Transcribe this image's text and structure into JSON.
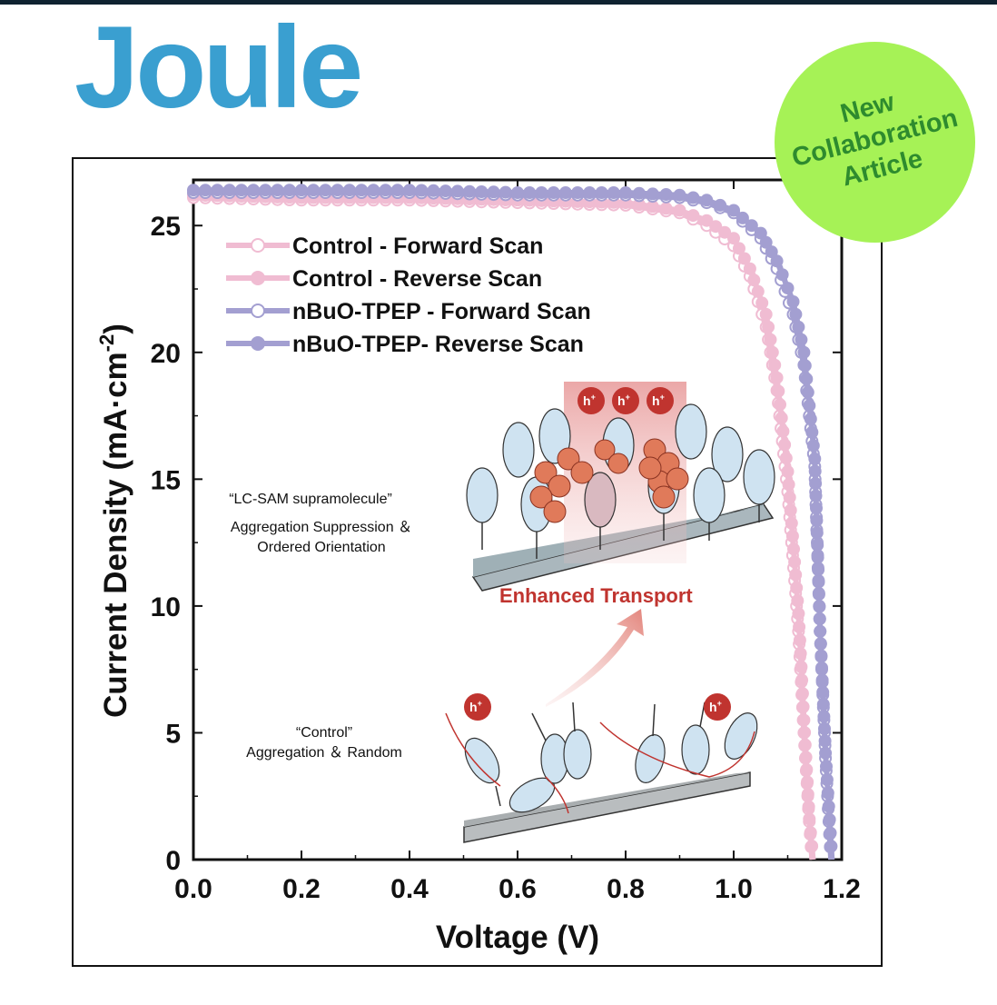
{
  "journal": "Joule",
  "badge": {
    "line1": "New",
    "line2": "Collaboration",
    "line3": "Article"
  },
  "colors": {
    "control": "#f0bcd2",
    "nbuo": "#a39fd1",
    "logo": "#3a9fd0",
    "badge": "#a6f256",
    "badge_text": "#2e8b2e",
    "enhanced": "#c0342f"
  },
  "chart_data": {
    "type": "line",
    "xlabel": "Voltage (V)",
    "ylabel": "Current Density (mA·cm",
    "ylabel_sup": "-2",
    "ylabel_close": ")",
    "xlim": [
      0.0,
      1.2
    ],
    "ylim": [
      0,
      26.8
    ],
    "xticks": [
      "0.0",
      "0.2",
      "0.4",
      "0.6",
      "0.8",
      "1.0",
      "1.2"
    ],
    "yticks": [
      "0",
      "5",
      "10",
      "15",
      "20",
      "25"
    ],
    "legend_position": "top-left",
    "series": [
      {
        "name": "Control - Forward Scan",
        "marker": "open",
        "color": "#f0bcd2",
        "points": [
          [
            0.0,
            26.1
          ],
          [
            0.2,
            26.0
          ],
          [
            0.4,
            26.0
          ],
          [
            0.6,
            25.9
          ],
          [
            0.8,
            25.8
          ],
          [
            0.9,
            25.5
          ],
          [
            0.95,
            25.0
          ],
          [
            1.0,
            24.2
          ],
          [
            1.03,
            23.0
          ],
          [
            1.06,
            21.0
          ],
          [
            1.08,
            18.5
          ],
          [
            1.1,
            14.5
          ],
          [
            1.12,
            9.0
          ],
          [
            1.13,
            5.0
          ],
          [
            1.14,
            1.5
          ],
          [
            1.145,
            0.0
          ]
        ]
      },
      {
        "name": "Control - Reverse Scan",
        "marker": "filled",
        "color": "#f0bcd2",
        "points": [
          [
            0.0,
            26.2
          ],
          [
            0.2,
            26.1
          ],
          [
            0.4,
            26.1
          ],
          [
            0.6,
            26.0
          ],
          [
            0.8,
            25.9
          ],
          [
            0.9,
            25.6
          ],
          [
            0.95,
            25.2
          ],
          [
            1.0,
            24.5
          ],
          [
            1.03,
            23.3
          ],
          [
            1.06,
            21.5
          ],
          [
            1.08,
            19.0
          ],
          [
            1.1,
            15.3
          ],
          [
            1.12,
            9.7
          ],
          [
            1.13,
            5.5
          ],
          [
            1.14,
            1.6
          ],
          [
            1.147,
            0.0
          ]
        ]
      },
      {
        "name": "nBuO-TPEP - Forward Scan",
        "marker": "open",
        "color": "#a39fd1",
        "points": [
          [
            0.0,
            26.3
          ],
          [
            0.2,
            26.3
          ],
          [
            0.4,
            26.3
          ],
          [
            0.6,
            26.2
          ],
          [
            0.8,
            26.2
          ],
          [
            0.9,
            26.1
          ],
          [
            0.95,
            25.9
          ],
          [
            1.0,
            25.5
          ],
          [
            1.05,
            24.5
          ],
          [
            1.08,
            23.3
          ],
          [
            1.11,
            21.5
          ],
          [
            1.13,
            19.5
          ],
          [
            1.15,
            15.5
          ],
          [
            1.16,
            9.0
          ],
          [
            1.17,
            4.0
          ],
          [
            1.18,
            0.0
          ]
        ]
      },
      {
        "name": "nBuO-TPEP- Reverse Scan",
        "marker": "filled",
        "color": "#a39fd1",
        "points": [
          [
            0.0,
            26.4
          ],
          [
            0.2,
            26.4
          ],
          [
            0.4,
            26.4
          ],
          [
            0.6,
            26.3
          ],
          [
            0.8,
            26.3
          ],
          [
            0.9,
            26.2
          ],
          [
            0.95,
            26.0
          ],
          [
            1.0,
            25.6
          ],
          [
            1.05,
            24.7
          ],
          [
            1.08,
            23.6
          ],
          [
            1.11,
            22.0
          ],
          [
            1.13,
            20.0
          ],
          [
            1.15,
            15.8
          ],
          [
            1.16,
            9.0
          ],
          [
            1.17,
            4.2
          ],
          [
            1.182,
            0.0
          ]
        ]
      }
    ],
    "annotations": {
      "lc_title": "“LC-SAM supramolecule”",
      "lc_line1": "Aggregation Suppression ＆",
      "lc_line2": "Ordered Orientation",
      "control_title": "“Control”",
      "control_line1": "Aggregation ＆ Random",
      "enhanced": "Enhanced Transport",
      "hole_label": "h",
      "hole_sup": "+"
    }
  }
}
